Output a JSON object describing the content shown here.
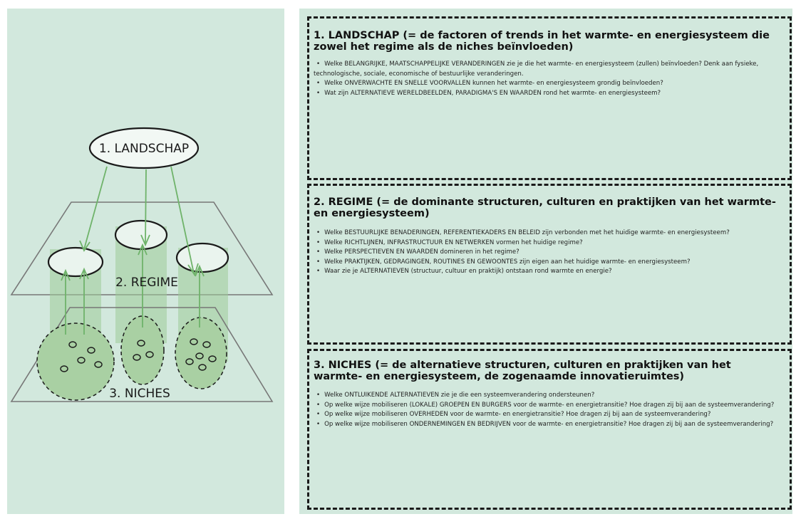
{
  "diagram": {
    "label_landschap": "1. LANDSCHAP",
    "label_regime": "2. REGIME",
    "label_niches": "3. NICHES"
  },
  "sections": [
    {
      "title": "1. LANDSCHAP (= de factoren of trends in het warmte- en energiesysteem die zowel het regime als de niches beïnvloeden)",
      "questions": [
        "Welke BELANGRIJKE, MAATSCHAPPELIJKE VERANDERINGEN zie je die het warmte- en energiesysteem (zullen) beïnvloeden? Denk aan fysieke, technologische, sociale, economische of bestuurlijke veranderingen.",
        "Welke ONVERWACHTE EN SNELLE VOORVALLEN kunnen het warmte- en energiesysteem grondig beïnvloeden?",
        "Wat zijn ALTERNATIEVE WERELDBEELDEN, PARADIGMA'S EN WAARDEN rond het warmte- en energiesysteem?"
      ]
    },
    {
      "title": "2. REGIME (= de dominante structuren, culturen en praktijken van het warmte- en energiesysteem)",
      "questions": [
        "Welke BESTUURLIJKE BENADERINGEN, REFERENTIEKADERS EN BELEID zijn verbonden met het huidige warmte- en energiesysteem?",
        "Welke RICHTLIJNEN, INFRASTRUCTUUR EN NETWERKEN vormen het huidige regime?",
        "Welke PERSPECTIEVEN EN WAARDEN domineren in het regime?",
        "Welke PRAKTIJKEN, GEDRAGINGEN, ROUTINES EN GEWOONTES zijn eigen aan het huidige warmte- en energiesysteem?",
        "Waar zie je ALTERNATIEVEN (structuur, cultuur en praktijk) ontstaan rond warmte en energie?"
      ]
    },
    {
      "title": "3. NICHES (= de alternatieve structuren, culturen en praktijken van het warmte- en energiesysteem, de zogenaamde innovatieruimtes)",
      "questions": [
        "Welke ONTLUIKENDE ALTERNATIEVEN zie je die een systeemverandering ondersteunen?",
        "Op welke wijze mobiliseren (LOKALE) GROEPEN EN BURGERS voor de warmte- en energietransitie? Hoe dragen zij bij aan de systeemverandering?",
        "Op welke wijze mobiliseren OVERHEDEN voor de warmte- en energietransitie? Hoe dragen zij bij aan de systeemverandering?",
        "Op welke wijze mobiliseren ONDERNEMINGEN EN BEDRIJVEN voor de warmte- en energietransitie? Hoe dragen zij bij aan de systeemverandering?"
      ]
    }
  ],
  "colors": {
    "panel_bg": "#d2e8dd",
    "arrow_green": "#6fb36a",
    "cylinder_green": "#9ccb97",
    "niche_fill": "#a9d0a3",
    "ink": "#1a1a1a"
  }
}
